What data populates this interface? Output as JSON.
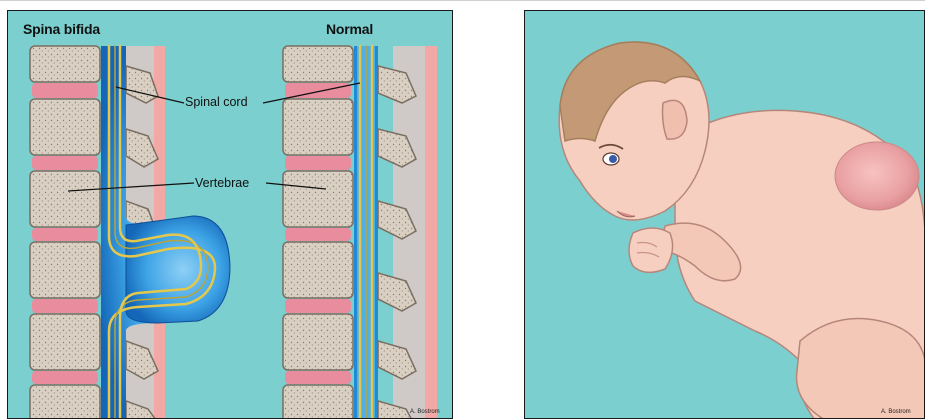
{
  "left_panel": {
    "title_spina_bifida": "Spina bifida",
    "title_normal": "Normal",
    "label_spinal_cord": "Spinal cord",
    "label_vertebrae": "Vertebrae",
    "credit": "A. Bostrom"
  },
  "right_panel": {
    "credit": "A. Bostrom"
  },
  "colors": {
    "background": "#7ccfcf",
    "vertebra": "#d8cfc2",
    "disc": "#e8899c",
    "spinal_canal": "#1f8ad6",
    "spinal_cord": "#e3c94a",
    "skin": "#f4c8b2",
    "lesion": "#e79a9a"
  }
}
